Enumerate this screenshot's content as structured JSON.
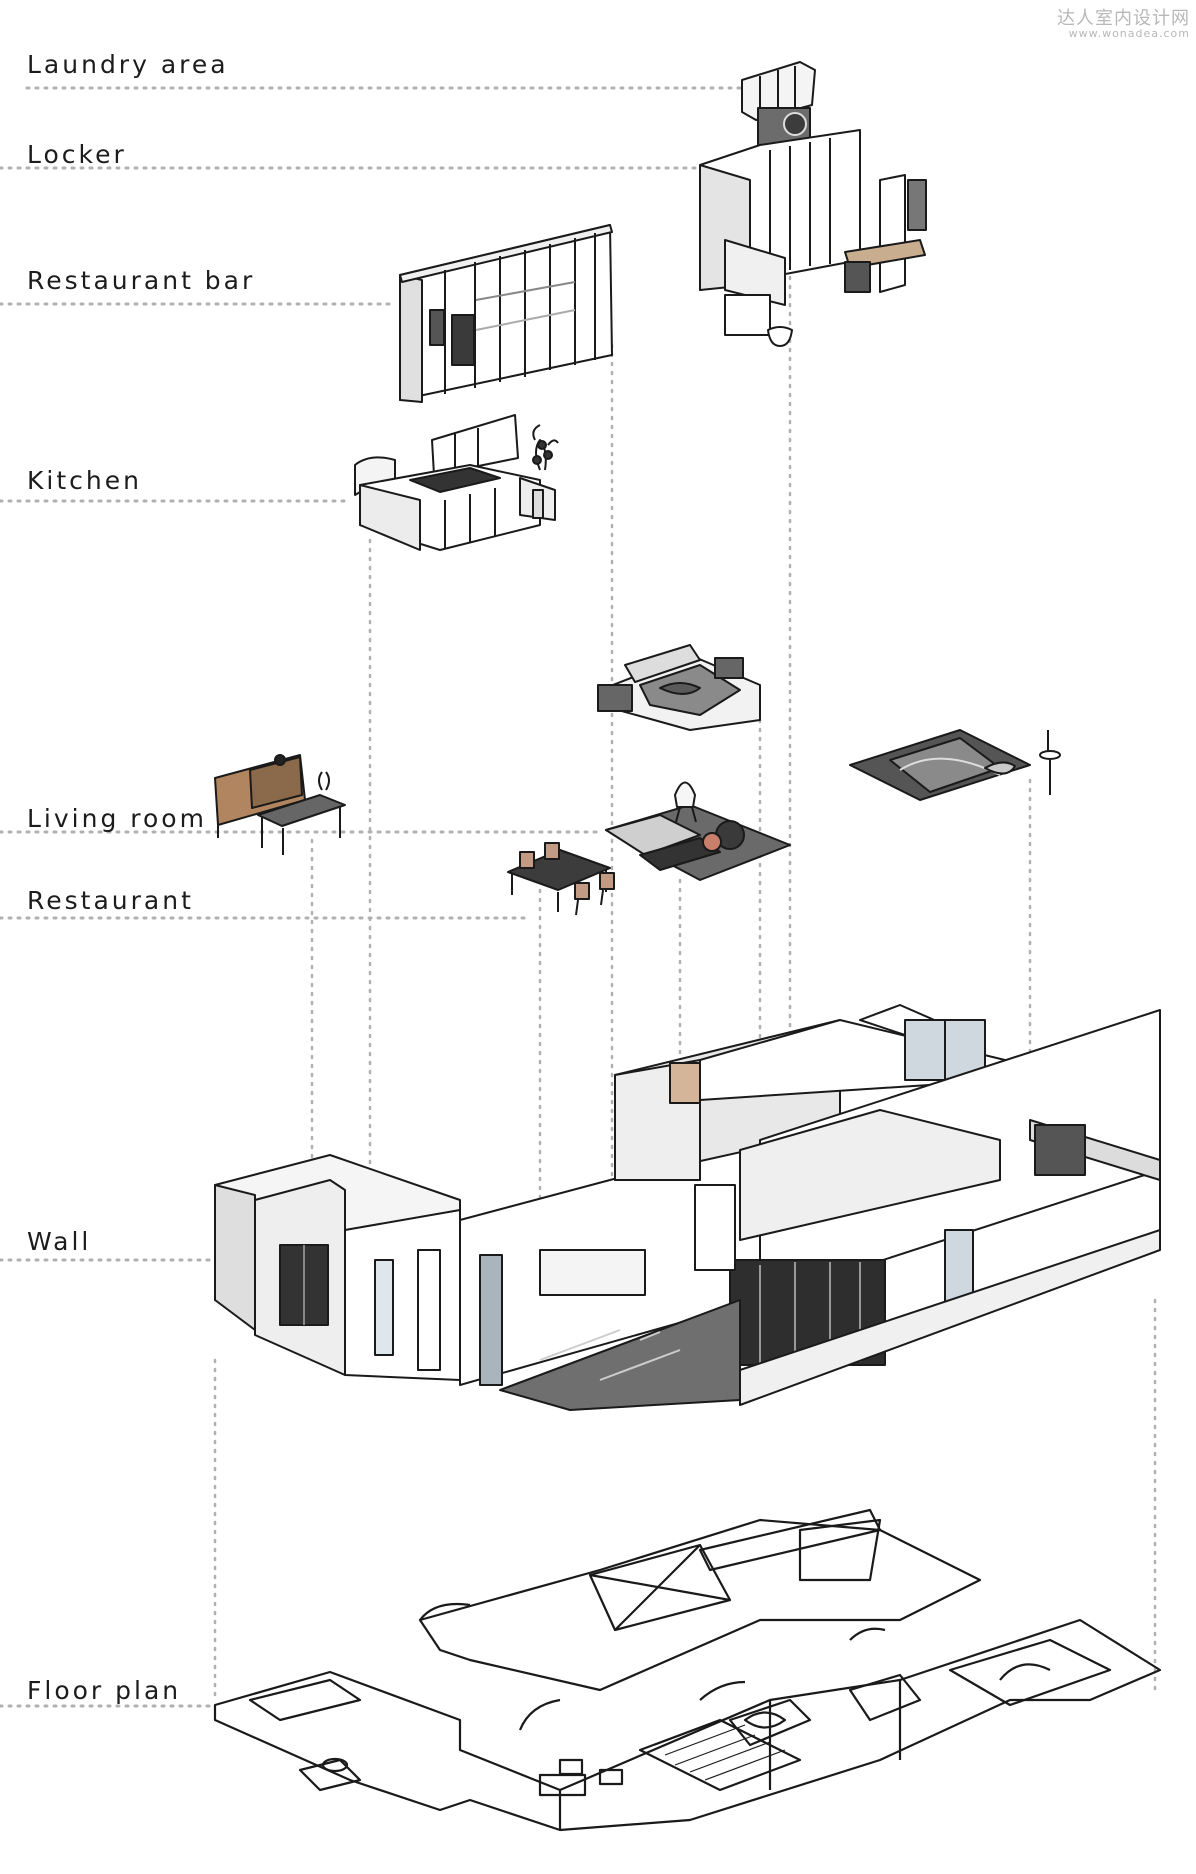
{
  "watermark": {
    "cn": "达人室内设计网",
    "url": "www.wonadea.com"
  },
  "labels": {
    "laundry": "Laundry area",
    "locker": "Locker",
    "bar": "Restaurant bar",
    "kitchen": "Kitchen",
    "living": "Living room",
    "restaurant": "Restaurant",
    "wall": "Wall",
    "floor": "Floor plan"
  },
  "colors": {
    "line": "#1a1a1a",
    "guide": "#b0b0b0",
    "wall_shade": "#e6e6e6",
    "wood": "#b08560",
    "glass": "#cfd8df"
  }
}
